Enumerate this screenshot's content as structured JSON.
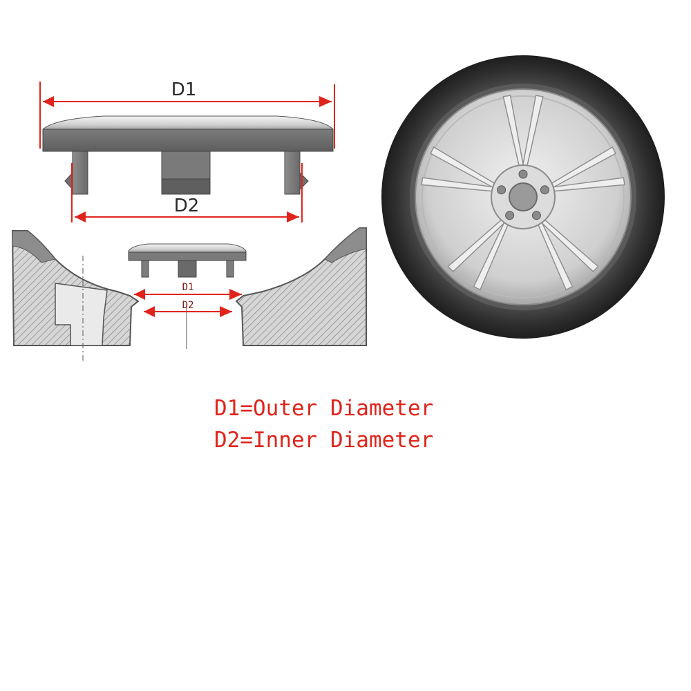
{
  "diagram": {
    "cap_label_d1": "D1",
    "cap_label_d2": "D2",
    "section_label_d1": "D1",
    "section_label_d2": "D2"
  },
  "legend": {
    "line1": "D1=Outer Diameter",
    "line2": "D2=Inner Diameter"
  },
  "colors": {
    "dimension_line": "#e0241b",
    "cap_gray": "#8a8a8a",
    "tire_dark": "#3a3a3a",
    "rim_silver": "#d8d8d8"
  }
}
